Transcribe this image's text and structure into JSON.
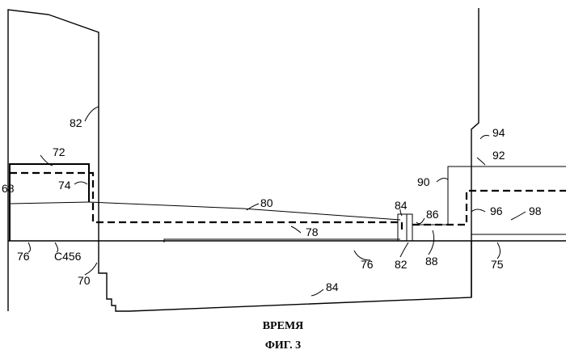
{
  "labels": {
    "l68": "68",
    "l72": "72",
    "l74": "74",
    "l82a": "82",
    "l76a": "76",
    "lc456": "C456",
    "l70": "70",
    "l80": "80",
    "l78": "78",
    "l84a": "84",
    "l86": "86",
    "l82b": "82",
    "l76b": "76",
    "l88": "88",
    "l84b": "84",
    "l90": "90",
    "l92": "92",
    "l94": "94",
    "l96": "96",
    "l98": "98",
    "l75": "75"
  },
  "caption": {
    "x_axis": "ВРЕМЯ",
    "figure": "ФИГ. 3"
  }
}
